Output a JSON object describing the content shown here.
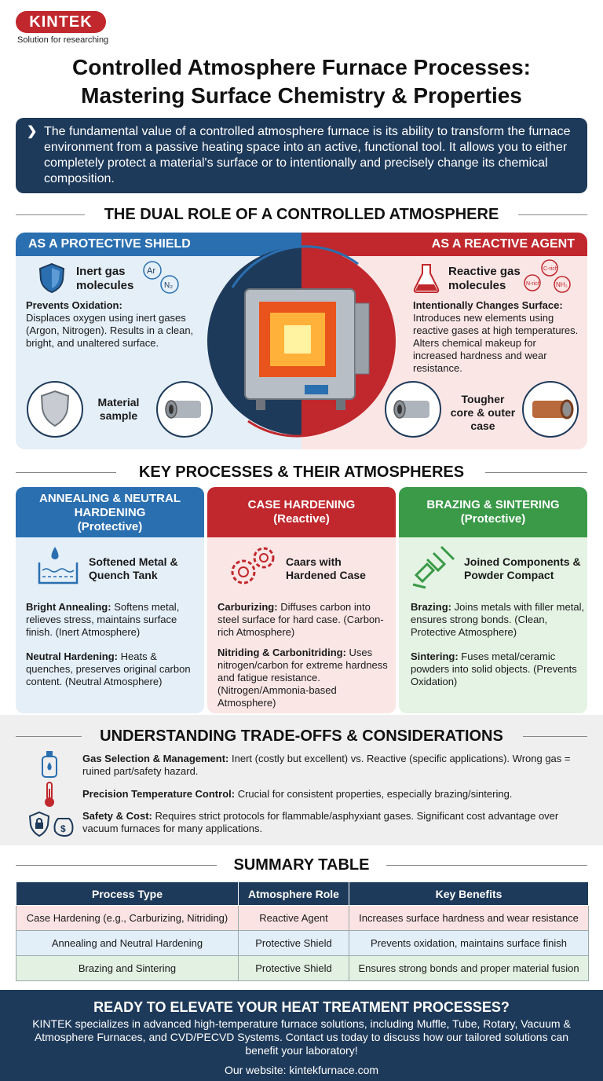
{
  "brand": {
    "name": "KINTEK",
    "tagline": "Solution for researching"
  },
  "title": {
    "line1": "Controlled Atmosphere Furnace Processes:",
    "line2": "Mastering Surface Chemistry & Properties"
  },
  "intro": "The fundamental value of a controlled atmosphere furnace is its ability to transform the furnace environment from a passive heating space into an active, functional tool. It allows you to either completely protect a material's surface or to intentionally and precisely change its chemical composition.",
  "dual": {
    "heading": "THE DUAL ROLE OF A CONTROLLED ATMOSPHERE",
    "left": {
      "band": "AS A PROTECTIVE SHIELD",
      "icon_label": "Inert gas molecules",
      "mol1": "Ar",
      "mol2": "N₂",
      "desc_bold": "Prevents Oxidation:",
      "desc": "Displaces oxygen using inert gases (Argon, Nitrogen). Results in a clean, bright, and unaltered surface.",
      "sample_label": "Material sample"
    },
    "right": {
      "band": "AS A REACTIVE AGENT",
      "icon_label": "Reactive gas molecules",
      "mol1": "C-rich",
      "mol2": "N-rich",
      "mol3": "NH₃",
      "desc_bold": "Intentionally Changes Surface:",
      "desc": "Introduces new elements using reactive gases at high temperatures. Alters chemical makeup for increased hardness and wear resistance.",
      "sample_label": "Tougher core & outer case"
    }
  },
  "processes": {
    "heading": "KEY PROCESSES & THEIR ATMOSPHERES",
    "cards": [
      {
        "title": "ANNEALING & NEUTRAL HARDENING",
        "role": "(Protective)",
        "icon_label": "Softened Metal & Quench Tank",
        "p1_bold": "Bright Annealing:",
        "p1": "Softens metal, relieves stress, maintains surface finish. (Inert Atmosphere)",
        "p2_bold": "Neutral Hardening:",
        "p2": "Heats & quenches, preserves original carbon content. (Neutral Atmosphere)"
      },
      {
        "title": "CASE HARDENING",
        "role": "(Reactive)",
        "icon_label": "Caars with Hardened Case",
        "p1_bold": "Carburizing:",
        "p1": "Diffuses carbon into steel surface for hard case. (Carbon-rich Atmosphere)",
        "p2_bold": "Nitriding & Carbonitriding:",
        "p2": "Uses nitrogen/carbon for extreme hardness and fatigue resistance. (Nitrogen/Ammonia-based Atmosphere)"
      },
      {
        "title": "BRAZING & SINTERING",
        "role": "(Protective)",
        "icon_label": "Joined Components & Powder Compact",
        "p1_bold": "Brazing:",
        "p1": "Joins metals with filler metal, ensures strong bonds. (Clean, Protective Atmosphere)",
        "p2_bold": "Sintering:",
        "p2": "Fuses metal/ceramic powders into solid objects. (Prevents Oxidation)"
      }
    ]
  },
  "tradeoffs": {
    "heading": "UNDERSTANDING TRADE-OFFS & CONSIDERATIONS",
    "items": [
      {
        "bold": "Gas Selection & Management:",
        "text": "Inert (costly but excellent) vs. Reactive (specific applications). Wrong gas = ruined part/safety hazard."
      },
      {
        "bold": "Precision Temperature Control:",
        "text": "Crucial for consistent properties, especially brazing/sintering."
      },
      {
        "bold": "Safety & Cost:",
        "text": "Requires strict protocols for flammable/asphyxiant gases. Significant cost advantage over vacuum furnaces for many applications."
      }
    ]
  },
  "summary": {
    "heading": "SUMMARY TABLE",
    "headers": [
      "Process Type",
      "Atmosphere Role",
      "Key Benefits"
    ],
    "rows": [
      [
        "Case Hardening (e.g., Carburizing, Nitriding)",
        "Reactive Agent",
        "Increases surface hardness and wear resistance"
      ],
      [
        "Annealing and Neutral Hardening",
        "Protective Shield",
        "Prevents oxidation, maintains surface finish"
      ],
      [
        "Brazing and Sintering",
        "Protective Shield",
        "Ensures strong bonds and proper material fusion"
      ]
    ]
  },
  "footer": {
    "heading": "READY TO ELEVATE YOUR HEAT TREATMENT PROCESSES?",
    "body": "KINTEK specializes in advanced high-temperature furnace solutions, including Muffle, Tube, Rotary, Vacuum & Atmosphere Furnaces, and CVD/PECVD Systems. Contact us today to discuss how our tailored solutions can benefit your laboratory!",
    "website": "Our website: kintekfurnace.com"
  },
  "colors": {
    "navy": "#1e3a5a",
    "blue": "#2a6fb0",
    "red": "#c0282d",
    "green": "#3a9a48"
  }
}
